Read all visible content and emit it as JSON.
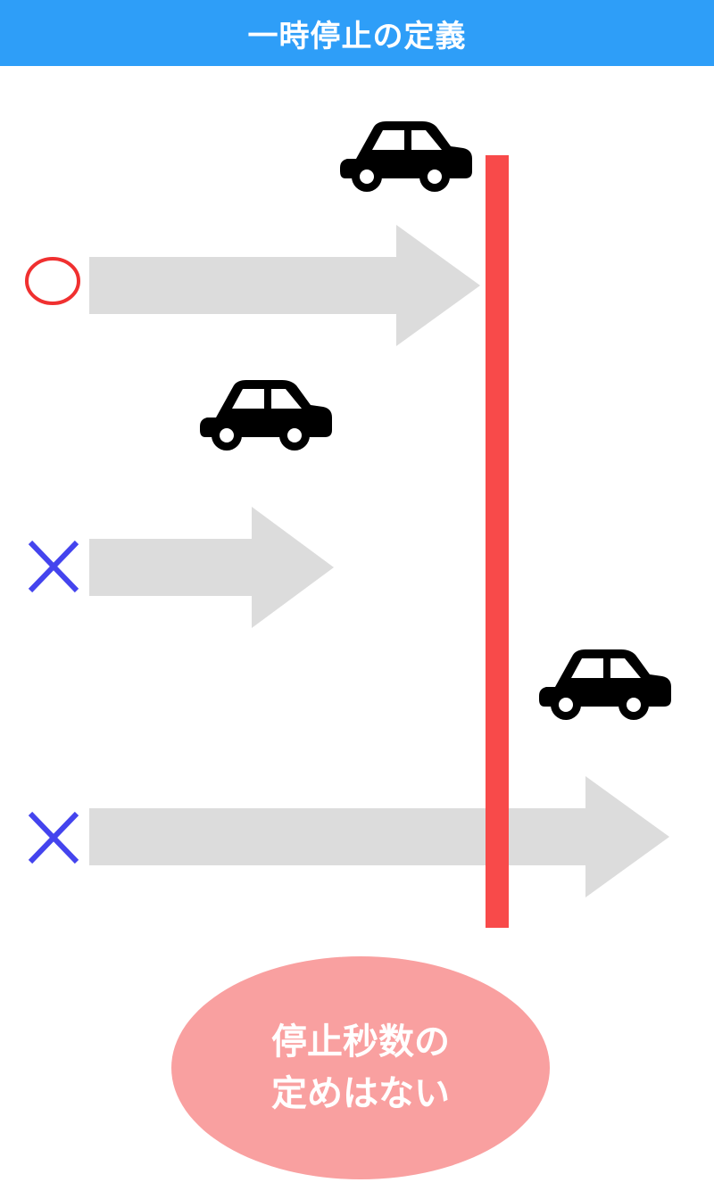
{
  "title": "一時停止の定義",
  "note": {
    "line1": "停止秒数の",
    "line2": "定めはない"
  },
  "marks": {
    "ok": "circle-mark",
    "ng": "cross-mark"
  },
  "icons": {
    "car": "car-icon",
    "arrow": "right-arrow"
  },
  "colors": {
    "header": "#2e9ef8",
    "stop_line": "#f84a4a",
    "arrow": "#dcdcdc",
    "circle_mark": "#f03030",
    "cross_mark": "#4444ee",
    "car": "#000000",
    "note_bubble": "#f9a0a0"
  },
  "cases": [
    {
      "mark": "ok",
      "result": "stops-before-line"
    },
    {
      "mark": "ng",
      "result": "stops-short-of-line"
    },
    {
      "mark": "ng",
      "result": "passes-line"
    }
  ]
}
